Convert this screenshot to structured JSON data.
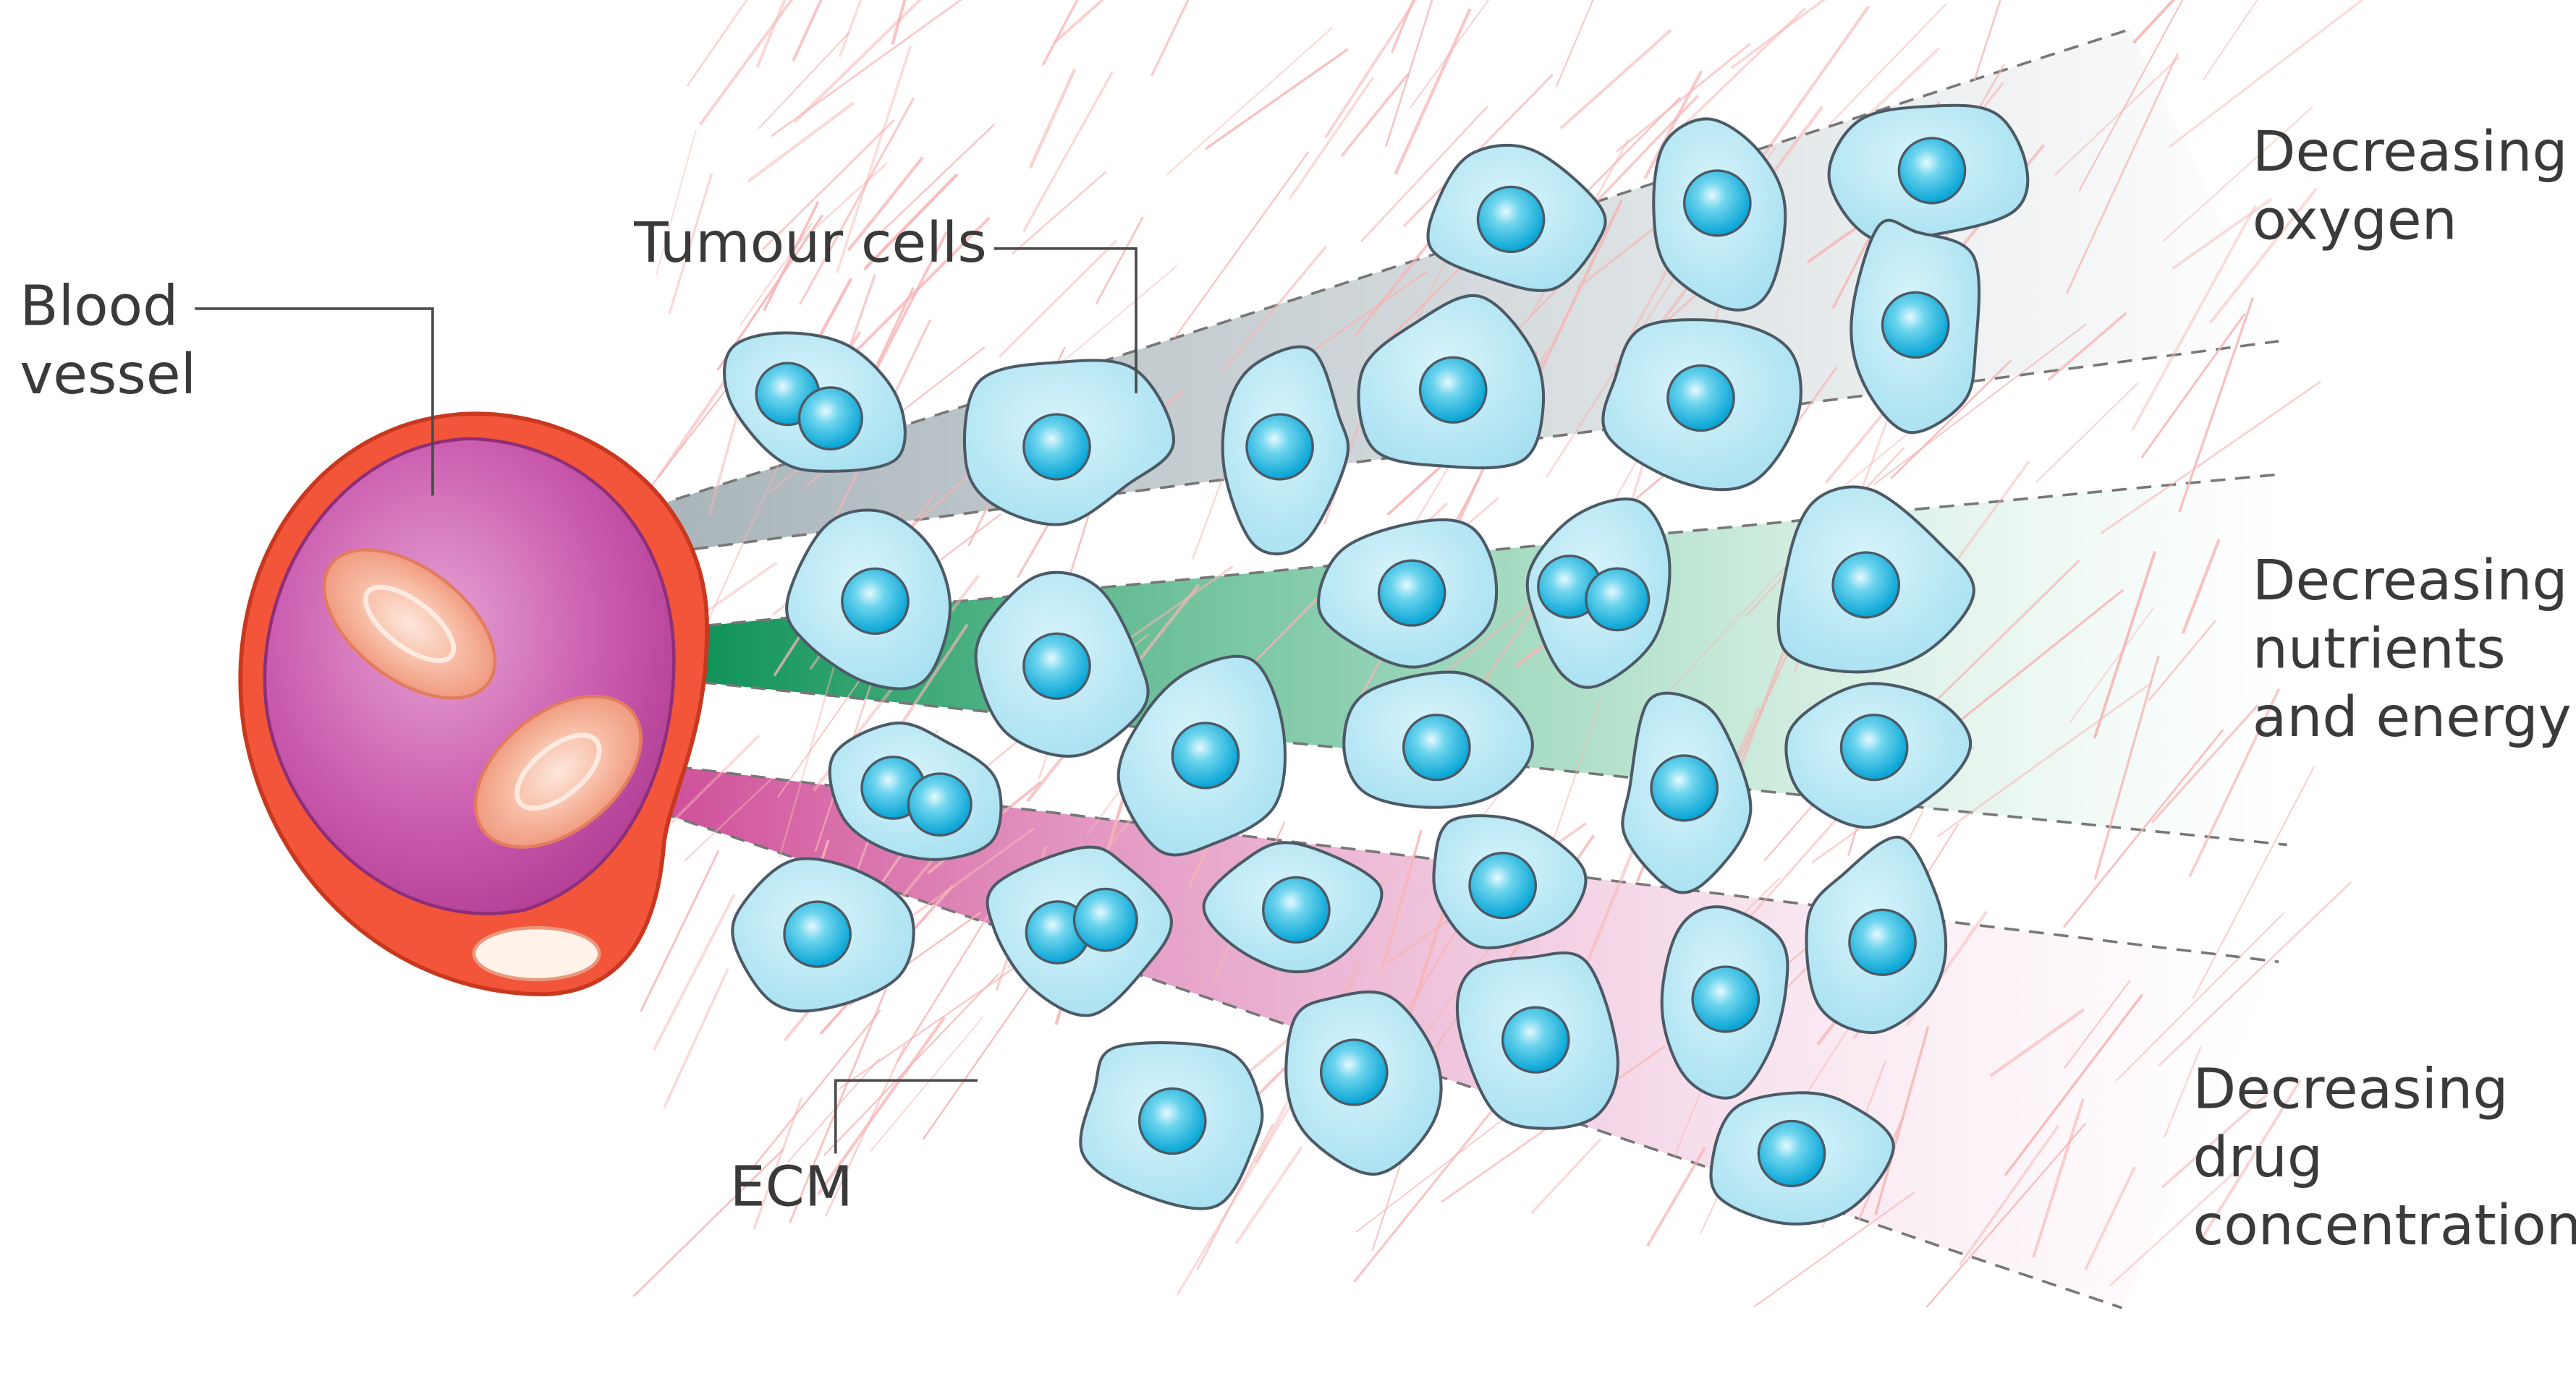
{
  "labels": {
    "blood_vessel": [
      "Blood",
      "vessel"
    ],
    "tumour_cells": "Tumour cells",
    "ecm": "ECM",
    "oxygen": [
      "Decreasing",
      "oxygen"
    ],
    "nutrients": [
      "Decreasing",
      "nutrients",
      "and energy"
    ],
    "drug": [
      "Decreasing",
      "drug",
      "concentration"
    ]
  },
  "colors": {
    "vessel_wall": "#f2553a",
    "vessel_lumen": "#c64da4",
    "red_blood_cell": "#f3a78e",
    "cell_fill": "#b8e8f4",
    "cell_outline": "#4c5a66",
    "nucleus": "#1fb4dc",
    "ecm_fiber": "#f6b5b5",
    "oxygen_gradient": "#a9b5ba",
    "nutrients_gradient": "#1f9a61",
    "drug_gradient": "#d04f9a"
  }
}
